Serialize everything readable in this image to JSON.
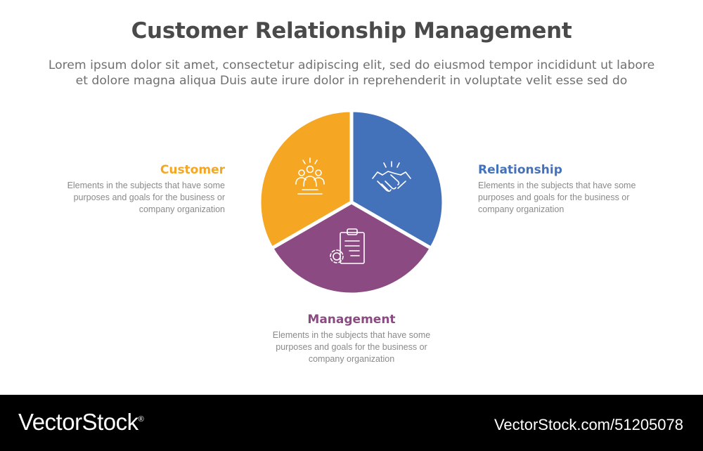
{
  "header": {
    "title": "Customer Relationship Management",
    "subtitle_line1": "Lorem ipsum dolor sit amet, consectetur adipiscing elit, sed do eiusmod tempor incididunt ut labore",
    "subtitle_line2": "et dolore magna aliqua Duis aute irure dolor in reprehenderit in voluptate velit esse sed do"
  },
  "segments": [
    {
      "title": "Customer",
      "color": "#F5A623",
      "icon": "people-group-icon",
      "desc_lines": [
        "Elements in the subjects that have some",
        "purposes and goals for the business or",
        "company organization"
      ]
    },
    {
      "title": "Relationship",
      "color": "#4472BA",
      "icon": "handshake-icon",
      "desc_lines": [
        "Elements in the subjects that have some",
        "purposes and goals for the business or",
        "company organization"
      ]
    },
    {
      "title": "Management",
      "color": "#8B4A82",
      "icon": "clipboard-gear-icon",
      "desc_lines": [
        "Elements in the subjects that have some",
        "purposes and goals for the business or",
        "company organization"
      ]
    }
  ],
  "footer": {
    "brand": "VectorStock",
    "brand_mark": "®",
    "id_text": "VectorStock.com/51205078"
  }
}
